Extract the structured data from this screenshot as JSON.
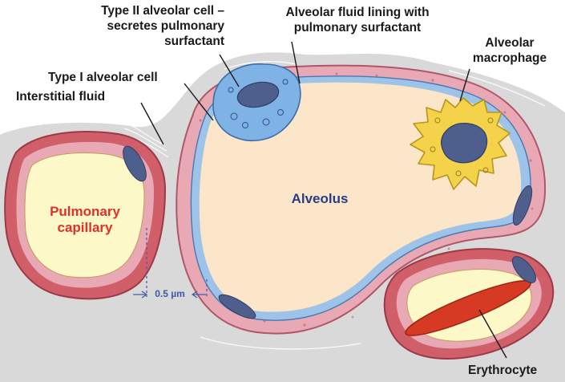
{
  "labels": {
    "type2_line1": "Type II alveolar cell –",
    "type2_line2": "secretes pulmonary",
    "type2_line3": "surfactant",
    "fluid_line1": "Alveolar fluid lining with",
    "fluid_line2": "pulmonary surfactant",
    "macro_line1": "Alveolar",
    "macro_line2": "macrophage",
    "type1": "Type I alveolar cell",
    "interstitial": "Interstitial fluid",
    "capillary_line1": "Pulmonary",
    "capillary_line2": "capillary",
    "alveolus": "Alveolus",
    "distance": "0.5 µm",
    "erythrocyte": "Erythrocyte"
  },
  "colors": {
    "interstitium": "#d9d9d9",
    "wall": "#e8a9b5",
    "wall_edge": "#b0566b",
    "endothelium": "#d05f69",
    "alveolar_space": "#fbe6c9",
    "fluid_lining": "#9ec3e8",
    "capillary_lumen": "#fdf8c8",
    "type2_cell": "#7fb2e5",
    "macrophage": "#f4d24a",
    "nucleus": "#4e5f8d",
    "erythrocyte": "#d63a22",
    "capillary_label": "#e0302a",
    "alveolus_label": "#2a3a86",
    "distance_label": "#3d5aa8"
  }
}
